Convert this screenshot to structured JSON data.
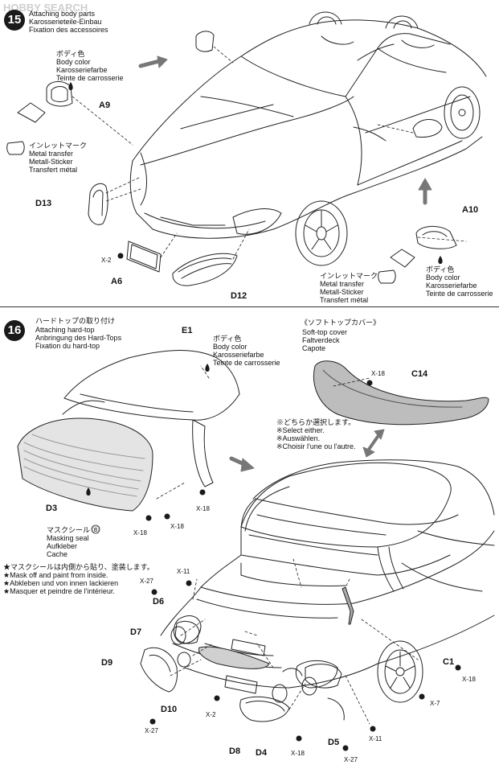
{
  "watermark": "HOBBY SEARCH",
  "step15": {
    "number": "15",
    "title_lines": [
      "Attaching body parts",
      "Karosserieteile-Einbau",
      "Fixation des accessoires"
    ],
    "body_color_note": [
      "ボディ色",
      "Body color",
      "Karosseriefarbe",
      "Teinte de carrosserie"
    ],
    "metal_transfer_note": [
      "インレットマーク",
      "Metal transfer",
      "Metall-Sticker",
      "Transfert métal"
    ],
    "metal_transfer_note_2": [
      "インレットマーク",
      "Metal transfer",
      "Metall-Sticker",
      "Transfert métal"
    ],
    "body_color_note_2": [
      "ボディ色",
      "Body color",
      "Karosseriefarbe",
      "Teinte de carrosserie"
    ],
    "parts": {
      "a9": "A9",
      "d13": "D13",
      "a6": "A6",
      "d12": "D12",
      "a10": "A10"
    },
    "screw_x2": "X-2"
  },
  "step16": {
    "number": "16",
    "title_lines": [
      "ハードトップの取り付け",
      "Attaching hard-top",
      "Anbringung des Hard-Tops",
      "Fixation du hard-top"
    ],
    "body_color_note": [
      "ボディ色",
      "Body color",
      "Karosseriefarbe",
      "Teinte de carrosserie"
    ],
    "softtop_note": [
      "《ソフトトップカバー》",
      "Soft-top cover",
      "Faltverdeck",
      "Capote"
    ],
    "select_note": [
      "※どちらか選択します。",
      "※Select either.",
      "※Auswählen.",
      "※Choisir l'une ou l'autre."
    ],
    "masking_note": [
      "マスクシール Ⓑ",
      "Masking seal",
      "Aufkleber",
      "Cache"
    ],
    "paint_note": [
      "★マスクシールは内側から貼り、塗装します。",
      "★Mask off and paint from inside.",
      "★Abkleben und von innen lackieren",
      "★Masquer et peindre de l'intérieur."
    ],
    "parts": {
      "e1": "E1",
      "d3": "D3",
      "c14": "C14",
      "d6": "D6",
      "d7": "D7",
      "d9": "D9",
      "d10": "D10",
      "d8": "D8",
      "d4": "D4",
      "d5": "D5",
      "c1": "C1"
    },
    "screws": {
      "x18_c14": "X-18",
      "x18_e1": "X-18",
      "x18_d3a": "X-18",
      "x18_d3b": "X-18",
      "x27_d6": "X-27",
      "x11_d6": "X-11",
      "x2_d10": "X-2",
      "x27_d10": "X-27",
      "x18_d4": "X-18",
      "x27_d5": "X-27",
      "x11_d5": "X-11",
      "x18_c1": "X-18",
      "x7_c1": "X-7"
    }
  }
}
